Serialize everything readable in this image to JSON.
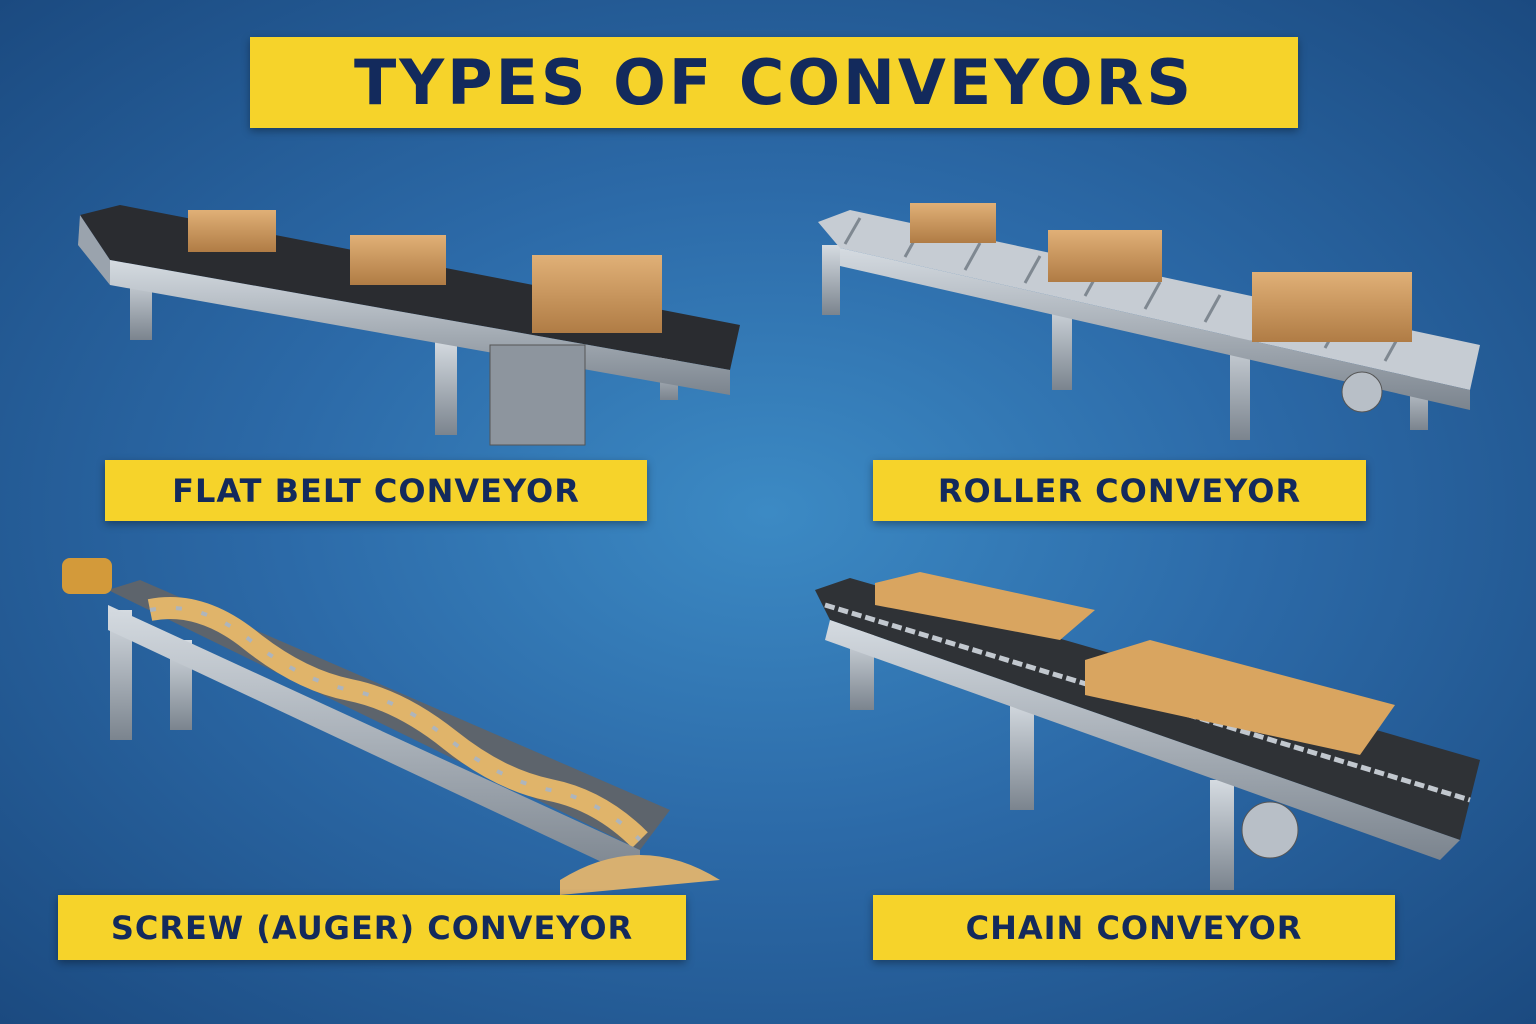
{
  "title": "TYPES OF CONVEYORS",
  "conveyors": [
    {
      "label": "FLAT BELT CONVEYOR"
    },
    {
      "label": "ROLLER CONVEYOR"
    },
    {
      "label": "SCREW (AUGER) CONVEYOR"
    },
    {
      "label": "CHAIN CONVEYOR"
    }
  ],
  "colors": {
    "banner": "#f6d32a",
    "text": "#132a5c",
    "metal": "#9aa3ad",
    "box": "#c9955a",
    "belt": "#2a2c30"
  }
}
